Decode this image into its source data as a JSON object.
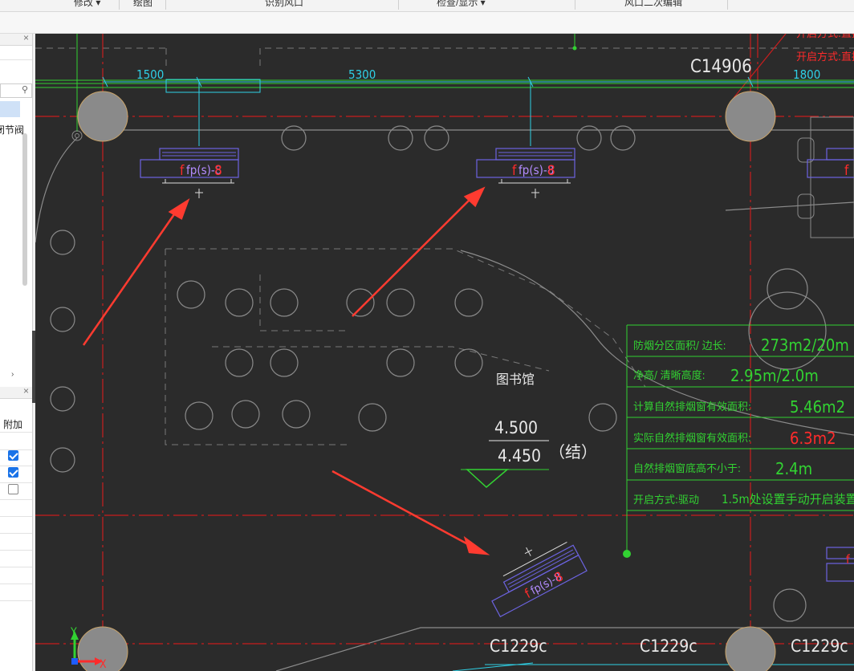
{
  "ribbon": {
    "tabs": [
      {
        "label": "修改 ▾"
      },
      {
        "label": "绘图"
      },
      {
        "label": "识别风口"
      },
      {
        "label": "检查/显示 ▾"
      },
      {
        "label": "风口二次编辑"
      }
    ]
  },
  "left_panel": {
    "close1": "×",
    "close2": "×",
    "item_label": "闭节阀",
    "extra_col_header": "附加",
    "checkboxes": [
      true,
      true,
      false
    ],
    "scroll_arrow": "›"
  },
  "cad": {
    "dims": [
      "1500",
      "5300",
      "1800"
    ],
    "window_tags": [
      "C14906",
      "C1229c",
      "C1229c",
      "C1229c"
    ],
    "fan_coil_tag": "fp(s)-8",
    "fan_coil_tag_prefix": "f",
    "fan_coil_tag_suffix": "8",
    "room_name": "图书馆",
    "elevation_arch": "4.500",
    "elevation_struct": "4.450",
    "struct_note": "（结）",
    "top_right_note_1": "开启方式:直接开启",
    "top_right_note_2": "开启方式:直接开启",
    "axis_y": "Y",
    "axis_x": "X",
    "table": [
      {
        "label": "防烟分区面积/ 边长:",
        "value": "273m2/20m"
      },
      {
        "label": "净高/ 清晰高度:",
        "value": "2.95m/2.0m"
      },
      {
        "label": "计算自然排烟窗有效面积:",
        "value": "5.46m2"
      },
      {
        "label": "实际自然排烟窗有效面积:",
        "value": "6.3m2"
      },
      {
        "label": "自然排烟窗底高不小于:",
        "value": "2.4m"
      },
      {
        "label": "开启方式:驱动",
        "value": "1.5m处设置手动开启装置"
      }
    ],
    "colors": {
      "background": "#2b2b2b",
      "column": "#8a8a8a",
      "red_axis": "#c81e1e",
      "cyan": "#2fd0e6",
      "green": "#32d232",
      "purple": "#6c63e0",
      "label_red": "#ff2b2b",
      "arrow": "#ff3b30"
    }
  }
}
